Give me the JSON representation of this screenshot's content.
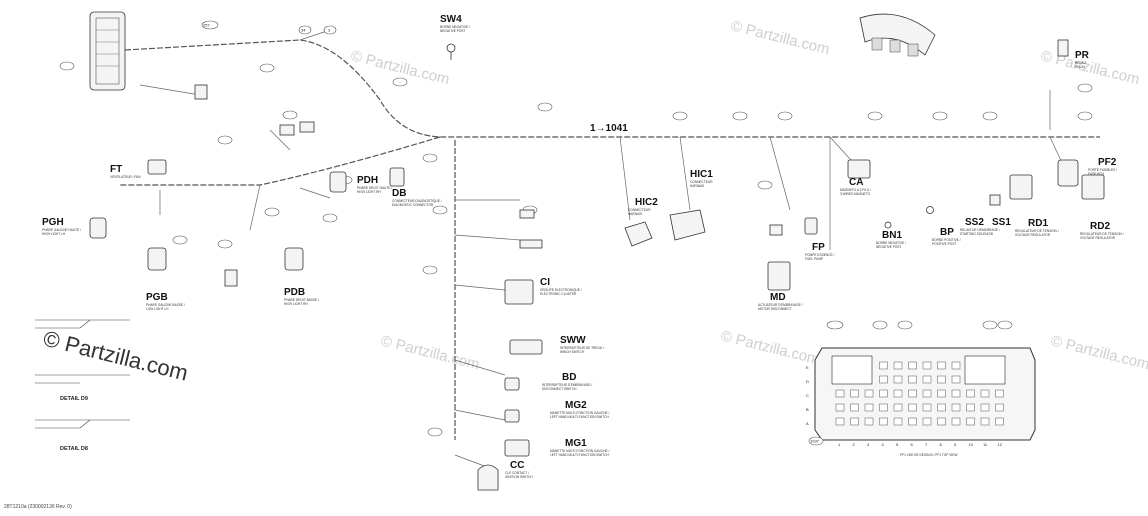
{
  "callout_numbers": [
    "257",
    "34",
    "3",
    "264",
    "255",
    "257",
    "7",
    "2",
    "1037"
  ],
  "main_reference": "1→1041",
  "watermark": "© Partzilla.com",
  "footer_code": "28T1210a (230002136 Rev. 0)",
  "connectors": [
    {
      "id": "SW4",
      "desc1": "BORNE NEGATIVE /",
      "desc2": "NEGATIVE POST"
    },
    {
      "id": "PR",
      "desc1": "RELAIS",
      "desc2": "RELAY"
    },
    {
      "id": "FT",
      "desc1": "VENTILATEUR / FAN",
      "desc2": ""
    },
    {
      "id": "PDH",
      "desc1": "PHARE DROIT HAUTE /",
      "desc2": "HIGH LIGHT RH"
    },
    {
      "id": "DB",
      "desc1": "CONNECTEUR DIAGNOSTIQUE /",
      "desc2": "DIAGNOSTIC CONNECTOR"
    },
    {
      "id": "HIC2",
      "desc1": "CONNECTEUR",
      "desc2": "HARNAIS"
    },
    {
      "id": "HIC1",
      "desc1": "CONNECTEUR",
      "desc2": "HARNAIS"
    },
    {
      "id": "CA",
      "desc1": "MAGNETO A 3 FILS /",
      "desc2": "3 WIRES MAGNETO"
    },
    {
      "id": "PF2",
      "desc1": "PORTE FUSIBLES /",
      "desc2": "FUSE BOX"
    },
    {
      "id": "PGH",
      "desc1": "PHARE GAUCHE HAUTE /",
      "desc2": "HIGH LIGHT LH"
    },
    {
      "id": "PGB",
      "desc1": "PHARE GAUCHE BASSE /",
      "desc2": "LOW LIGHT LH"
    },
    {
      "id": "PDB",
      "desc1": "PHARE DROIT BASSE /",
      "desc2": "HIGH LIGHT RH"
    },
    {
      "id": "CI",
      "desc1": "GROUPE ELECTRONIQUE /",
      "desc2": "ELECTRONIC CLUSTER"
    },
    {
      "id": "SWW",
      "desc1": "INTERRUPTEUR DE TREUIL /",
      "desc2": "WINCH SWITCH"
    },
    {
      "id": "BD",
      "desc1": "INTERRUPTEUR D'EMBRAYAGE /",
      "desc2": "DISCONNECT SWITCH"
    },
    {
      "id": "MG2",
      "desc1": "MANETTE MULTI-FONCTION GAUCHE /",
      "desc2": "LEFT HAND MULTI-FUNCTION SWITCH"
    },
    {
      "id": "MG1",
      "desc1": "MANETTE MULTI-FONCTION GAUCHE /",
      "desc2": "LEFT HAND MULTI-FUNCTION SWITCH"
    },
    {
      "id": "CC",
      "desc1": "CLE CONTACT /",
      "desc2": "IGNITION SWITCH"
    },
    {
      "id": "MD",
      "desc1": "ACTUATEUR D'EMBRAYAGE /",
      "desc2": "MOTOR DISCONNECT"
    },
    {
      "id": "FP",
      "desc1": "POMPE ESSENCE /",
      "desc2": "FUEL PUMP"
    },
    {
      "id": "BN1",
      "desc1": "BORNE NEGATIVE /",
      "desc2": "NEGATIVE POST"
    },
    {
      "id": "BP",
      "desc1": "BORNE POSITIVE /",
      "desc2": "POSITIVE POST"
    },
    {
      "id": "SS2",
      "desc1": "RELAIS DE DEMARRAGE /",
      "desc2": "STARTING SOLENOID"
    },
    {
      "id": "SS1",
      "desc1": "",
      "desc2": ""
    },
    {
      "id": "RD1",
      "desc1": "REGULATEUR DE TENSION /",
      "desc2": "VOLTAGE REGULATOR"
    },
    {
      "id": "RD2",
      "desc1": "REGULATEUR DE TENSION /",
      "desc2": "VOLTAGE REGULATOR"
    }
  ],
  "details": {
    "detail_d9": "DETAIL D9",
    "detail_d8": "DETAIL D8"
  },
  "fusebox": {
    "rows": [
      "E",
      "D",
      "C",
      "B",
      "A"
    ],
    "cols": [
      "1",
      "2",
      "3",
      "4",
      "5",
      "6",
      "7",
      "8",
      "9",
      "10",
      "11",
      "12"
    ],
    "caption": "PF1 VUE DE DESSUS / PF1 TOP VIEW"
  }
}
